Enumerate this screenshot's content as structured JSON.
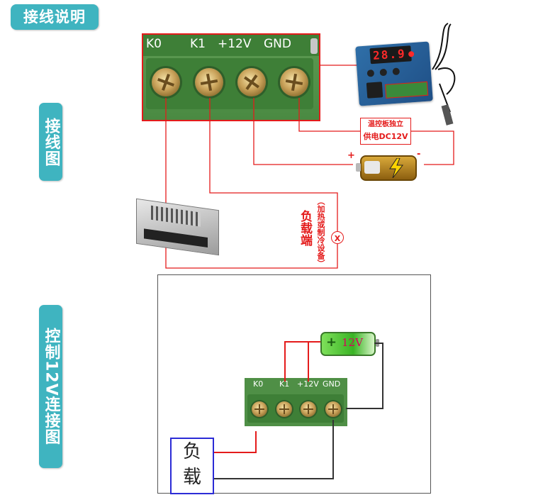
{
  "badges": {
    "wiring_instructions": "接线说明",
    "wiring_diagram": "接线图",
    "control_12v": "控制12V连接图"
  },
  "terminal_labels": [
    "K0",
    "K1",
    "+12V",
    "GND"
  ],
  "small_terminal_labels": [
    "K0",
    "K1",
    "+12V",
    "GND"
  ],
  "notes": {
    "board_power_line1": "温控板独立",
    "board_power_line2": "供电DC12V",
    "plus": "+",
    "minus": "-",
    "load_end": "负载端",
    "heating_cooling": "（加热或制冷设备）",
    "x_mark": "X"
  },
  "display_reading": "28.9",
  "battery_label": "12V",
  "load_box": [
    "负",
    "载"
  ],
  "colors": {
    "badge": "#3fb4c0",
    "wire_red": "#e41b1b",
    "pcb_green": "#4f8f46"
  }
}
